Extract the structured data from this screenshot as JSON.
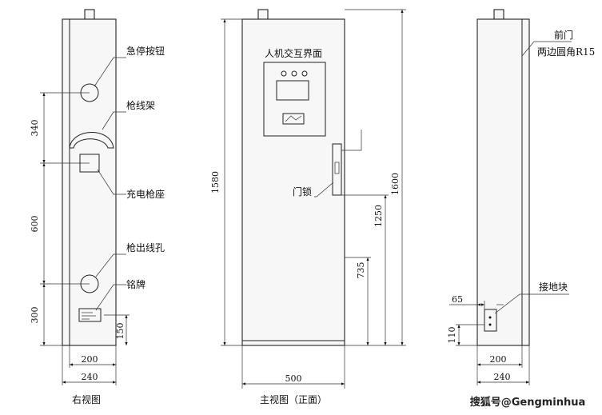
{
  "right_view": {
    "caption": "右视图",
    "labels": {
      "emergency_stop": "急停按钮",
      "gun_holder": "枪线架",
      "charging_socket": "充电枪座",
      "cable_outlet": "枪出线孔",
      "nameplate": "铭牌"
    },
    "dims": {
      "d340": "340",
      "d600": "600",
      "d300": "300",
      "d150": "150",
      "d200": "200",
      "d240": "240"
    }
  },
  "main_view": {
    "caption": "主视图（正面）",
    "labels": {
      "hmi": "人机交互界面",
      "door_lock": "门锁"
    },
    "dims": {
      "d1580": "1580",
      "d1600": "1600",
      "d1250": "1250",
      "d735": "735",
      "d500": "500"
    }
  },
  "left_view": {
    "labels": {
      "front_door": "前门",
      "corner": "两边圆角R15",
      "ground_block": "接地块"
    },
    "dims": {
      "d65": "65",
      "d110": "110",
      "d200": "200",
      "d240": "240"
    }
  },
  "watermark": "搜狐号@Gengminhua"
}
